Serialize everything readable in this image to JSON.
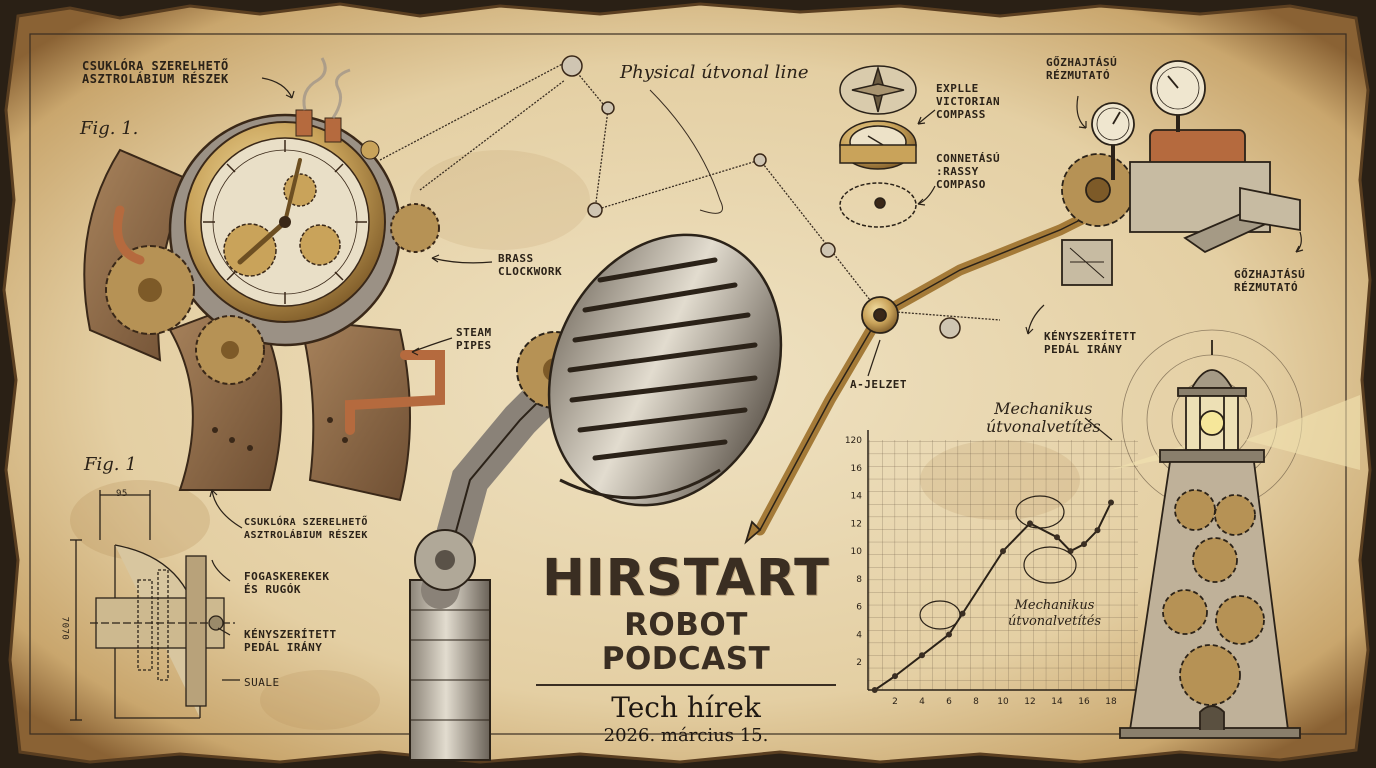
{
  "title": {
    "main": "HIRSTART",
    "sub": "ROBOT PODCAST",
    "tagline": "Tech hírek",
    "date": "2026. március 15."
  },
  "labels": {
    "fig1_top": "Fig. 1.",
    "fig1_bottom": "Fig. 1",
    "wrist_astrolabe_top": "CSUKLÓRA SZERELHETŐ\nASZTROLÁBIUM RÉSZEK",
    "brass_clockwork": "BRASS\nCLOCKWORK",
    "steam_pipes": "STEAM\nPIPES",
    "wrist_astrolabe_bottom": "CSUKLÓRA SZERELHETŐ\nASZTROLÁBIUM RÉSZEK",
    "gears_springs": "FOGASKEREKEK\nÉS RUGÓK",
    "forced_pedal_left": "KÉNYSZERÍTETT\nPEDÁL IRÁNY",
    "scale": "SUALE",
    "dim_95": "95",
    "dim_vertical": "7070",
    "physical_route": "Physical útvonal line",
    "victorian_compass": "EXPLLE\nVICTORIAN\nCOMPASS",
    "connecting_compass": "CONNETÁSÚ\n:RASSY\nCOMPASO",
    "steam_gauge_top": "GŐZHAJTÁSÚ\nRÉZMUTATÓ",
    "steam_gauge_right": "GŐZHAJTÁSÚ\nRÉZMUTATÓ",
    "forced_pedal_right": "KÉNYSZERÍTETT\nPEDÁL IRÁNY",
    "a_signal": "A-JELZET",
    "mech_projection_top": "Mechanikus\nútvonalvetítés",
    "mech_projection_inner": "Mechanikus\nútvonalvetítés"
  },
  "chart_data": {
    "type": "line",
    "x_ticks": [
      "2",
      "4",
      "6",
      "8",
      "10",
      "12",
      "14",
      "16",
      "18"
    ],
    "y_ticks": [
      "2",
      "4",
      "6",
      "8",
      "10",
      "12",
      "14",
      "16",
      "120"
    ],
    "x": [
      0.5,
      2,
      4,
      6,
      7,
      10,
      12,
      14,
      15,
      16,
      17,
      18
    ],
    "y": [
      0,
      1,
      2.5,
      4,
      5.5,
      10,
      12,
      11,
      10,
      10.5,
      11.5,
      13.5
    ],
    "xlim": [
      0,
      20
    ],
    "ylim": [
      0,
      18
    ],
    "grid": true
  },
  "colors": {
    "paper": "#e8d7b2",
    "ink": "#2b2218",
    "brass": "#b08a4a",
    "burn": "#4a3420"
  }
}
